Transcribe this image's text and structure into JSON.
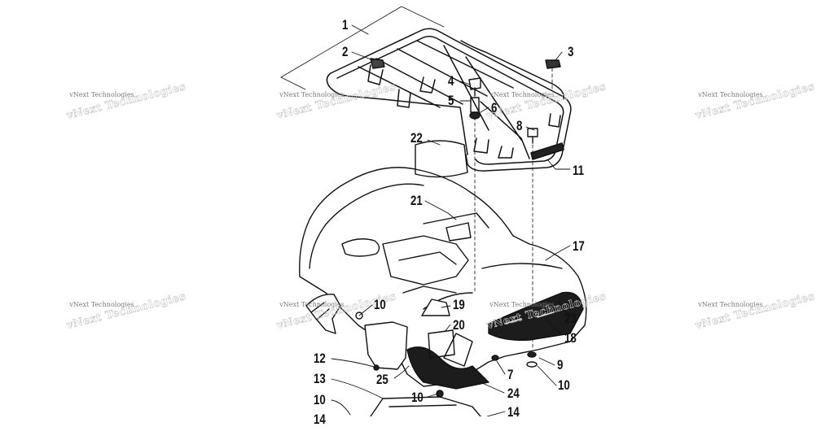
{
  "watermark": {
    "text": "vNext Technologies"
  },
  "callouts": [
    "1",
    "2",
    "3",
    "4",
    "5",
    "6",
    "8",
    "11",
    "22",
    "21",
    "17",
    "10",
    "19",
    "20",
    "23",
    "18",
    "12",
    "25",
    "9",
    "7",
    "13",
    "10",
    "24",
    "10",
    "10",
    "14",
    "14"
  ],
  "colors": {
    "line": "#111111",
    "fill": "#ffffff",
    "dark": "#1a1a1a",
    "watermark": "#8a8a8a"
  }
}
